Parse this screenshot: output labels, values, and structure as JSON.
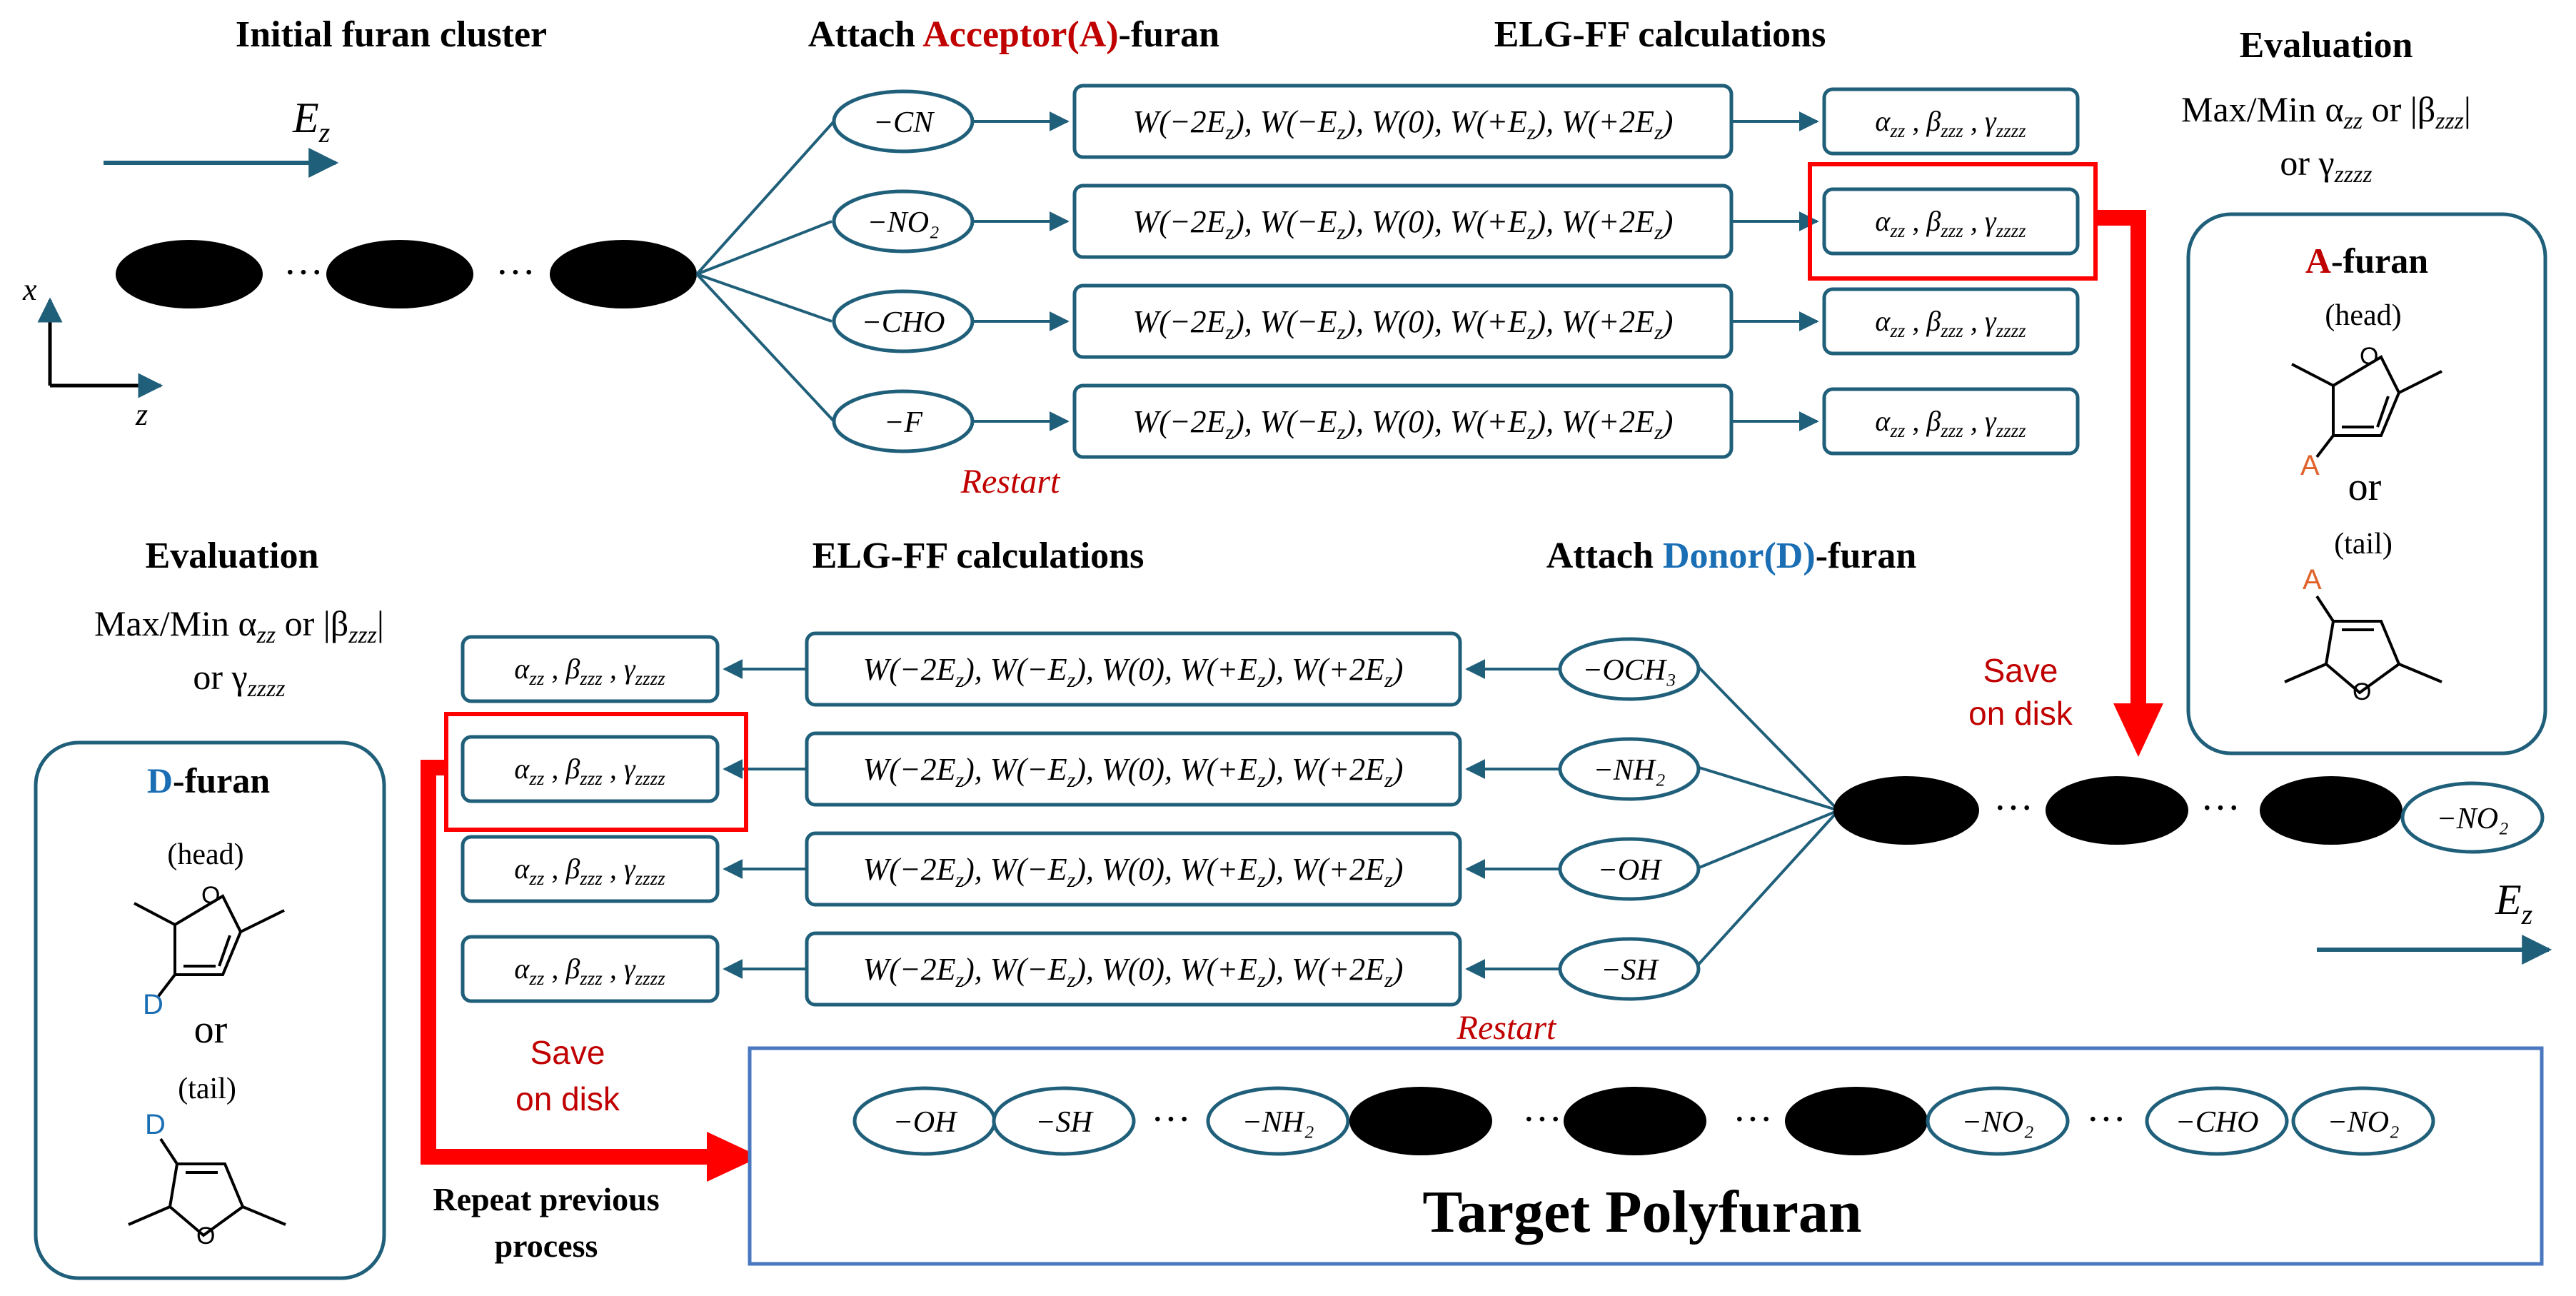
{
  "colors": {
    "line": "#1f5f7a",
    "red": "#ff0000",
    "dark_red": "#c00000",
    "blue": "#1a6eb4",
    "black": "#000000",
    "orange": "#e0622a",
    "target_border": "#4a78c0"
  },
  "top_row": {
    "initial_cluster_title": "Initial furan cluster",
    "field_label": "E",
    "field_sub": "z",
    "axis_x": "x",
    "axis_z": "z",
    "dots": "···",
    "attach_acceptor_prefix": "Attach ",
    "attach_acceptor_highlight": "Acceptor(A)",
    "attach_acceptor_suffix": "-furan",
    "elg_title": "ELG-FF calculations",
    "evaluation_title": "Evaluation",
    "evaluation_line2": "Max/Min α",
    "evaluation_line2_sub": "zz",
    "evaluation_line2_or": " or |β",
    "evaluation_line2_sub2": "zzz",
    "evaluation_line2_end": "|",
    "evaluation_line3": "or γ",
    "evaluation_line3_sub": "zzzz",
    "groups": [
      "−CN",
      "−NO₂",
      "−CHO",
      "−F"
    ],
    "restart": "Restart"
  },
  "w_text": "W(−2E_z), W(−E_z), W(0), W(+E_z), W(+2E_z)",
  "result_text": "α_zz , β_zzz , γ_zzzz",
  "a_furan_box": {
    "title_highlight": "A",
    "title_suffix": "-furan",
    "head": "(head)",
    "or": "or",
    "tail": "(tail)",
    "sub_label": "A",
    "ring_o": "O"
  },
  "save_on_disk_right": [
    "Save",
    "on disk"
  ],
  "bottom_row": {
    "evaluation_title": "Evaluation",
    "elg_title": "ELG-FF calculations",
    "attach_donor_prefix": "Attach ",
    "attach_donor_highlight": "Donor(D)",
    "attach_donor_suffix": "-furan",
    "groups": [
      "−OCH₃",
      "−NH₂",
      "−OH",
      "−SH"
    ],
    "restart": "Restart",
    "chain_end_group": "−NO₂",
    "field_label": "E",
    "field_sub": "z"
  },
  "d_furan_box": {
    "title_highlight": "D",
    "title_suffix": "-furan",
    "head": "(head)",
    "or": "or",
    "tail": "(tail)",
    "sub_label": "D",
    "ring_o": "O"
  },
  "save_on_disk_left": [
    "Save",
    "on disk"
  ],
  "repeat_text": [
    "Repeat previous",
    "process"
  ],
  "target": {
    "groups": [
      "−OH",
      "−SH",
      "−NH₂",
      "−NO₂",
      "−CHO",
      "−NO₂"
    ],
    "title": "Target Polyfuran"
  }
}
